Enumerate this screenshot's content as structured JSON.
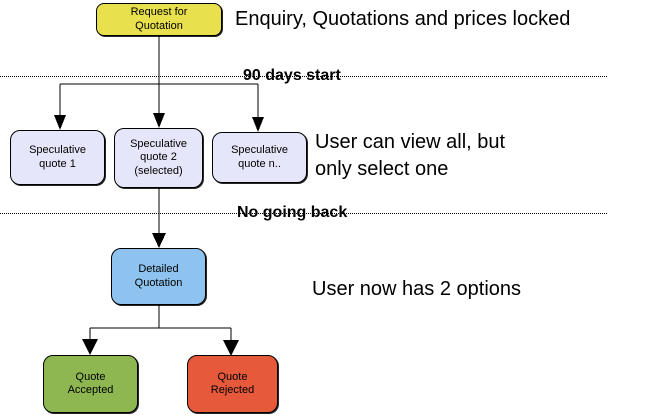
{
  "colors": {
    "request": "#e8e14d",
    "speculative": "#e6e6fa",
    "detailed": "#8ec3ef",
    "accepted": "#8fb751",
    "rejected": "#e6593b",
    "line": "#000000"
  },
  "nodes": {
    "request": {
      "label": "Request for\nQuotation"
    },
    "spec1": {
      "label": "Speculative\nquote 1"
    },
    "spec2": {
      "label": "Speculative\nquote 2\n(selected)"
    },
    "specn": {
      "label": "Speculative\nquote n.."
    },
    "detailed": {
      "label": "Detailed\nQuotation"
    },
    "accepted": {
      "label": "Quote\nAccepted"
    },
    "rejected": {
      "label": "Quote\nRejected"
    }
  },
  "annotations": {
    "top": "Enquiry, Quotations and prices locked",
    "middle": "User can view all, but\nonly select one",
    "bottom": "User now has 2 options"
  },
  "milestones": {
    "first": "90 days start",
    "second": "No going back"
  }
}
